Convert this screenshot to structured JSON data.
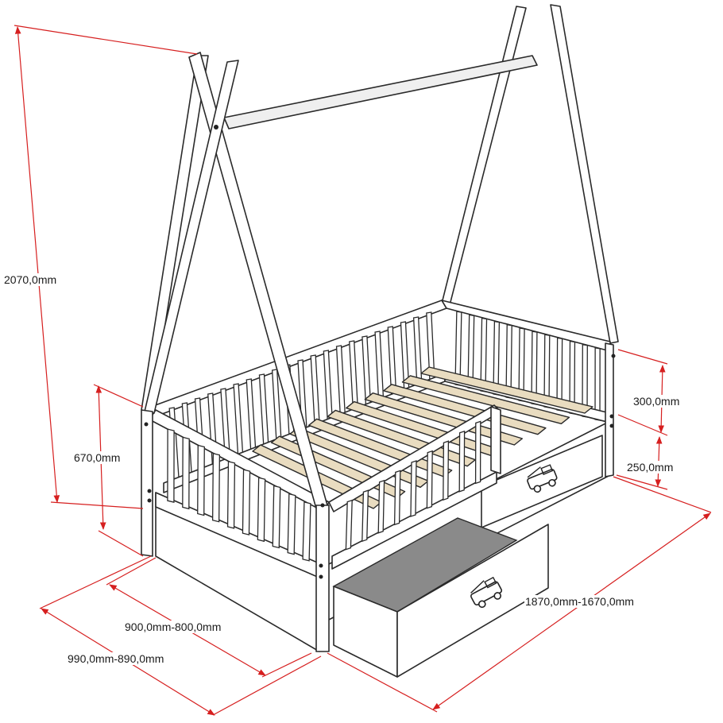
{
  "colors": {
    "dimension": "#d61f1f",
    "outline": "#2a2a2a",
    "slats": "#e9dcc0",
    "drawer_interior": "#8a8a8a"
  },
  "dimensions": {
    "total_height": "2070,0mm",
    "side_height": "670,0mm",
    "rail_height": "300,0mm",
    "drawer_height": "250,0mm",
    "length": "1870,0mm-1670,0mm",
    "inner_width": "900,0mm-800,0mm",
    "outer_width": "990,0mm-890,0mm"
  },
  "icons": [
    "fire-truck-icon",
    "fire-truck-icon"
  ]
}
